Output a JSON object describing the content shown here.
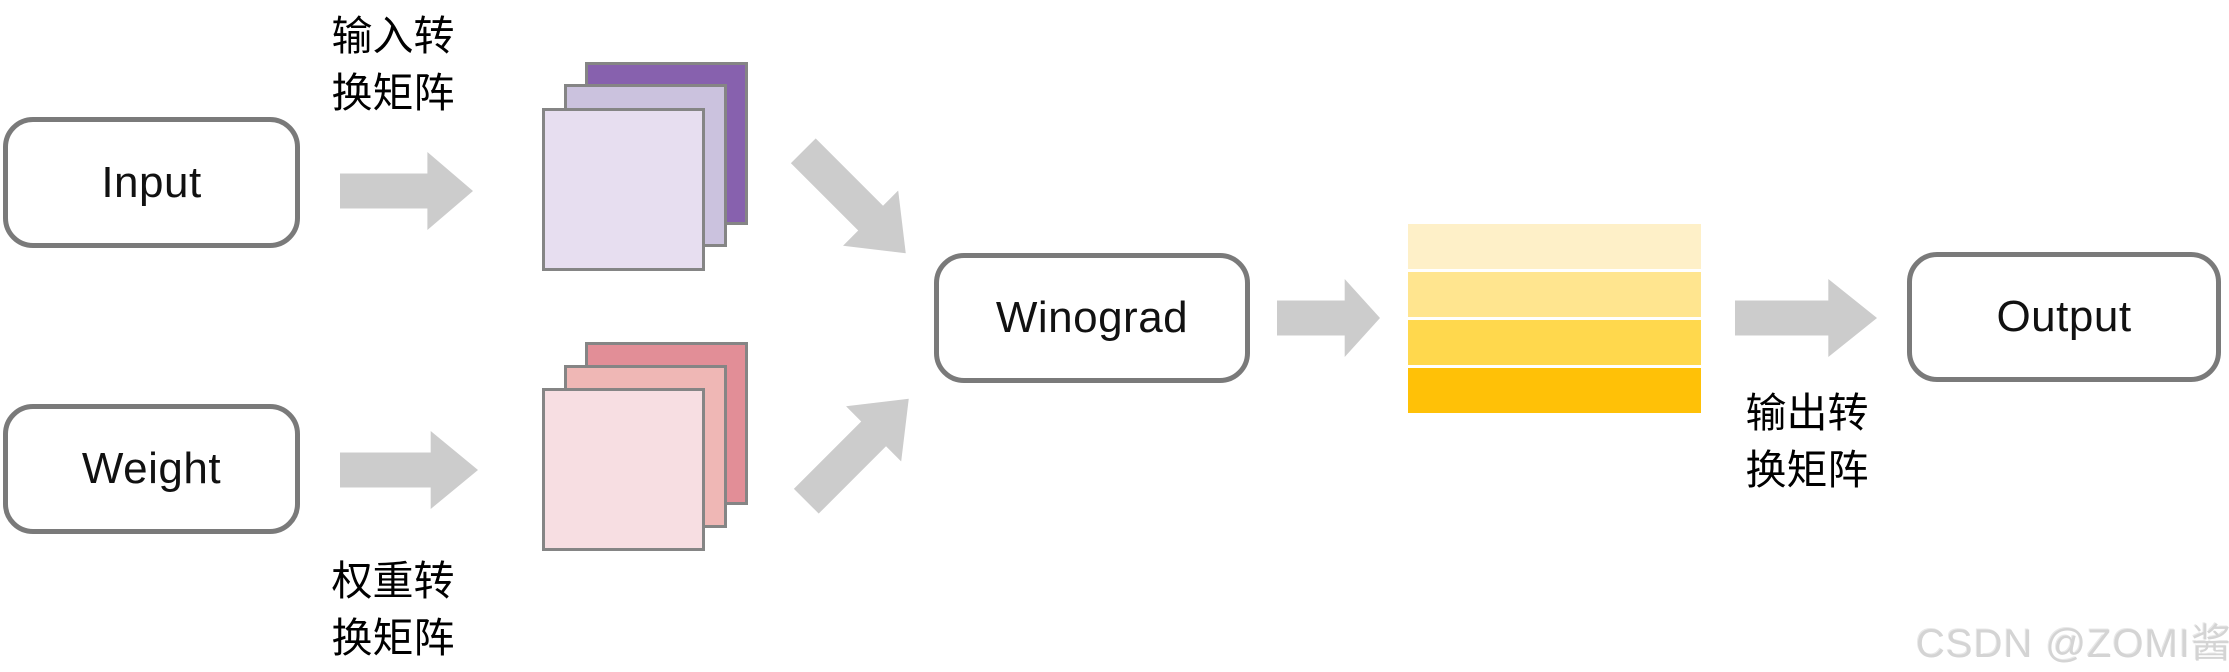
{
  "diagram": {
    "title_hint": "Winograd convolution dataflow",
    "nodes": {
      "input": {
        "label": "Input"
      },
      "weight": {
        "label": "Weight"
      },
      "winograd": {
        "label": "Winograd"
      },
      "output": {
        "label": "Output"
      }
    },
    "labels": {
      "input_transform": {
        "lines": [
          "输入转",
          "换矩阵"
        ]
      },
      "weight_transform": {
        "lines": [
          "权重转",
          "换矩阵"
        ]
      },
      "output_transform": {
        "lines": [
          "输出转",
          "换矩阵"
        ]
      }
    },
    "stacks": {
      "input_matrices": {
        "back_color": "#8761ae",
        "mid_color": "#cbc2de",
        "front_color": "#e7def0"
      },
      "weight_matrices": {
        "back_color": "#e28e97",
        "mid_color": "#efb7b5",
        "front_color": "#f7dee2"
      },
      "output_matrix": {
        "bar1_color": "#fef0c8",
        "bar2_color": "#ffe58f",
        "bar3_color": "#ffd84d",
        "bar4_color": "#ffc107"
      }
    },
    "style": {
      "arrow_color": "#cccccc",
      "node_border_color": "#7a7a7a",
      "square_border_color": "#858585"
    },
    "watermark": {
      "text": "CSDN @ZOMI酱"
    }
  }
}
